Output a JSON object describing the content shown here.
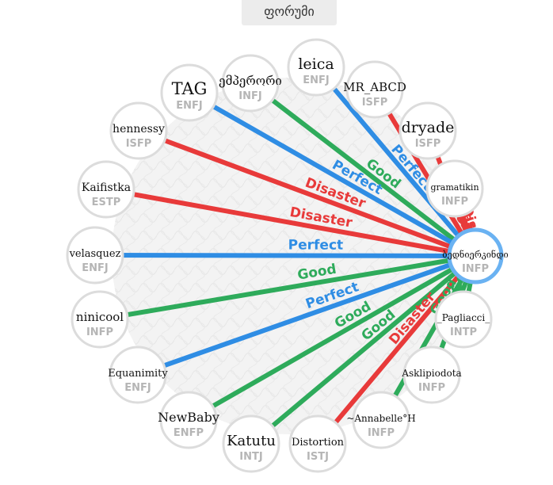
{
  "header": {
    "forum_label": "ფორუმი"
  },
  "colors": {
    "good": "#2eab5b",
    "perfect": "#2f8de4",
    "disaster": "#e83a3a",
    "node_stroke": "#dcdcdc",
    "center_stroke": "#6ab2f2",
    "type_text": "#b5b5b5"
  },
  "center": {
    "name": "ბედნიერკინდი",
    "type": "INFP"
  },
  "nodes": [
    {
      "id": "emperor",
      "name": "ემპერორი",
      "type": "INFJ",
      "relation": "Good"
    },
    {
      "id": "leica",
      "name": "leica",
      "type": "ENFJ",
      "relation": "Perfect"
    },
    {
      "id": "mrabcd",
      "name": "MR_ABCD",
      "type": "ISFP",
      "relation": "Disaster"
    },
    {
      "id": "dryade",
      "name": "dryade",
      "type": "ISFP",
      "relation": "Disaster"
    },
    {
      "id": "gramatikin",
      "name": "gramatikin",
      "type": "INFP",
      "relation": "Disaster"
    },
    {
      "id": "pagliacci",
      "name": "_Pagliacci_",
      "type": "INTP",
      "relation": "Good"
    },
    {
      "id": "asklipiodota",
      "name": "Asklipiodota",
      "type": "INFP",
      "relation": "Good"
    },
    {
      "id": "annabelle",
      "name": "~Annabelle°H",
      "type": "INFP",
      "relation": "Good"
    },
    {
      "id": "distortion",
      "name": "Distortion",
      "type": "ISTJ",
      "relation": "Disaster"
    },
    {
      "id": "katutu",
      "name": "Katutu",
      "type": "INTJ",
      "relation": "Good"
    },
    {
      "id": "newbaby",
      "name": "NewBaby",
      "type": "ENFP",
      "relation": "Good"
    },
    {
      "id": "equanimity",
      "name": "Equanimity",
      "type": "ENFJ",
      "relation": "Perfect"
    },
    {
      "id": "ninicool",
      "name": "ninicool",
      "type": "INFP",
      "relation": "Good"
    },
    {
      "id": "velasquez",
      "name": "velasquez",
      "type": "ENFJ",
      "relation": "Perfect"
    },
    {
      "id": "kaifistka",
      "name": "Kaifistka",
      "type": "ESTP",
      "relation": "Disaster"
    },
    {
      "id": "hennessy",
      "name": "hennessy",
      "type": "ISFP",
      "relation": "Disaster"
    },
    {
      "id": "tag",
      "name": "TAG",
      "type": "ENFJ",
      "relation": "Perfect"
    }
  ]
}
